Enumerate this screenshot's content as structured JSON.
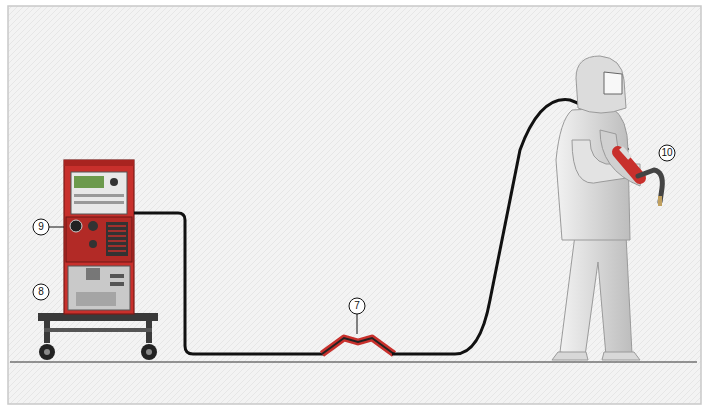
{
  "diagram": {
    "labels": [
      "9",
      "8",
      "7",
      "10"
    ]
  }
}
